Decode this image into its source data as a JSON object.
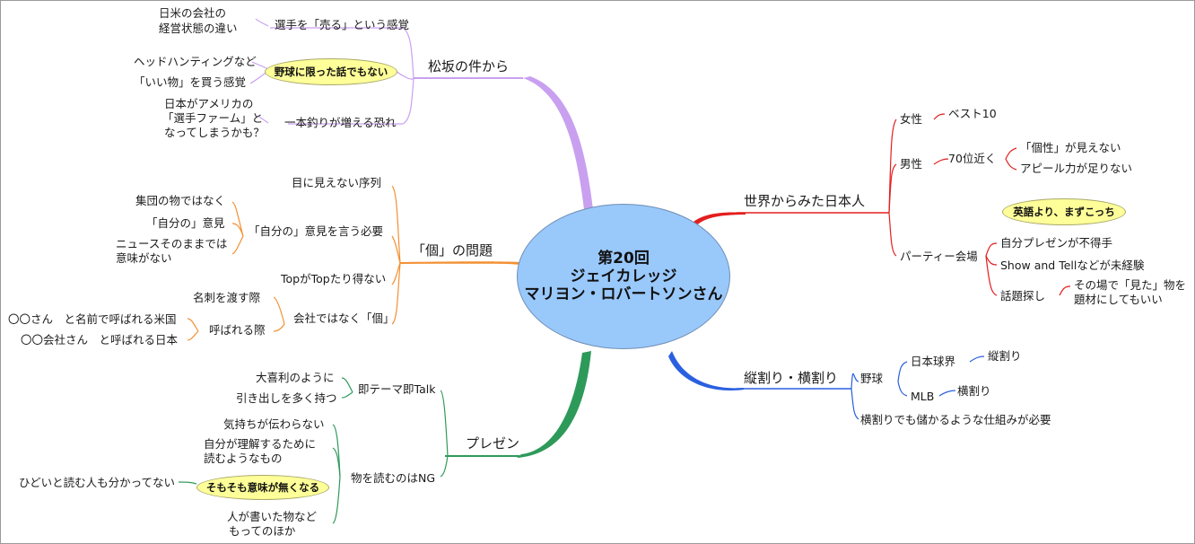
{
  "center": {
    "line1": "第20回",
    "line2": "ジェイカレッジ",
    "line3": "マリヨン・ロバートソンさん"
  },
  "branches": {
    "matsuzaka": {
      "title": "松坂の件から",
      "item1": "選手を「売る」という感覚",
      "item1_note_l1": "日米の会社の",
      "item1_note_l2": "経営状態の違い",
      "callout": "野球に限った話でもない",
      "callout_note1": "ヘッドハンティングなど",
      "callout_note2": "「いい物」を買う感覚",
      "item2": "一本釣りが増える恐れ",
      "item2_note_l1": "日本がアメリカの",
      "item2_note_l2": "「選手ファーム」と",
      "item2_note_l3": "なってしまうかも？"
    },
    "ko": {
      "title": "「個」の問題",
      "item1": "目に見えない序列",
      "item2": "「自分の」意見を言う必要",
      "item2_sub": "「自分の」意見",
      "item2_sub_note1": "集団の物ではなく",
      "item2_sub_note2_l1": "ニュースそのままでは",
      "item2_sub_note2_l2": "意味がない",
      "item3": "TopがTopたり得ない",
      "item4": "会社ではなく「個」",
      "item4_sub1": "名刺を渡す際",
      "item4_sub2": "呼ばれる際",
      "item4_sub2_note1": "〇〇さん　と名前で呼ばれる米国",
      "item4_sub2_note2": "〇〇会社さん　と呼ばれる日本"
    },
    "presen": {
      "title": "プレゼン",
      "item1": "即テーマ即Talk",
      "item1_note1": "大喜利のように",
      "item1_note2": "引き出しを多く持つ",
      "item2": "物を読むのはNG",
      "item2_note1": "気持ちが伝わらない",
      "item2_note2_l1": "自分が理解するために",
      "item2_note2_l2": "読むようなもの",
      "callout": "そもそも意味が無くなる",
      "callout_note": "ひどいと読む人も分かってない",
      "item2_note3_l1": "人が書いた物など",
      "item2_note3_l2": "もってのほか"
    },
    "sekai": {
      "title": "世界からみた日本人",
      "josei": "女性",
      "josei_note": "ベスト10",
      "dansei": "男性",
      "dansei_sub": "70位近く",
      "dansei_note1": "「個性」が見えない",
      "dansei_note2": "アピール力が足りない",
      "party": "パーティー会場",
      "callout": "英語より、まずこっち",
      "party_note1": "自分プレゼンが不得手",
      "party_note2": "Show and Tellなどが未経験",
      "party_note3": "話題探し",
      "party_note3_sub_l1": "その場で「見た」物を",
      "party_note3_sub_l2": "題材にしてもいい"
    },
    "tatewari": {
      "title": "縦割り・横割り",
      "yakyu": "野球",
      "nihon": "日本球界",
      "nihon_note": "縦割り",
      "mlb": "MLB",
      "mlb_note": "横割り",
      "note": "横割りでも儲かるような仕組みが必要"
    }
  },
  "colors": {
    "center_fill": "#99c8fb",
    "matsuzaka": "#c9a0f0",
    "ko": "#f39033",
    "presen": "#2e9a5a",
    "sekai": "#e31e1e",
    "tatewari": "#2a5fe0",
    "callout_fill": "#ffff99"
  }
}
